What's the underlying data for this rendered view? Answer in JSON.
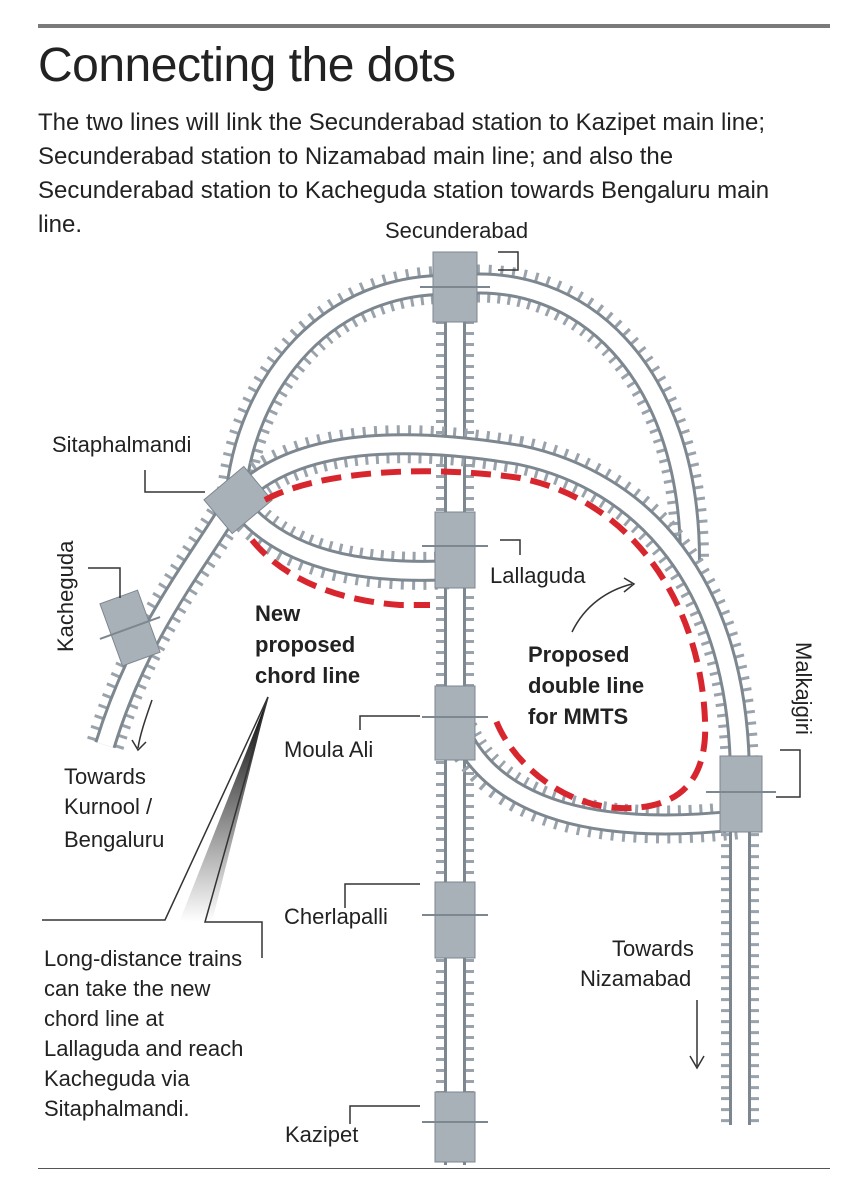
{
  "header": {
    "title": "Connecting the dots",
    "description": "The two lines will link the Secunderabad station to Kazipet main line; Secunderabad station to Nizamabad main line; and also the Secunderabad station to Kacheguda station towards Bengaluru main line."
  },
  "stations": {
    "secunderabad": "Secunderabad",
    "sitaphalmandi": "Sitaphalmandi",
    "kacheguda": "Kacheguda",
    "lallaguda": "Lallaguda",
    "moula_ali": "Moula Ali",
    "malkajgiri": "Malkajgiri",
    "cherlapalli": "Cherlapalli",
    "kazipet": "Kazipet"
  },
  "directions": {
    "kurnool_line1": "Towards",
    "kurnool_line2": "Kurnool /",
    "kurnool_line3": "Bengaluru",
    "nizamabad_line1": "Towards",
    "nizamabad_line2": "Nizamabad"
  },
  "callouts": {
    "chord_line1": "New",
    "chord_line2": "proposed",
    "chord_line3": "chord line",
    "mmts_line1": "Proposed",
    "mmts_line2": "double line",
    "mmts_line3": "for MMTS"
  },
  "note": "Long-distance trains can take the new chord line at Lallaguda and reach Kacheguda via Sitaphalmandi.",
  "colors": {
    "track": "#7d8790",
    "sleeper": "#9aa3ab",
    "station": "#a9b1b8",
    "proposed": "#d8262e"
  }
}
